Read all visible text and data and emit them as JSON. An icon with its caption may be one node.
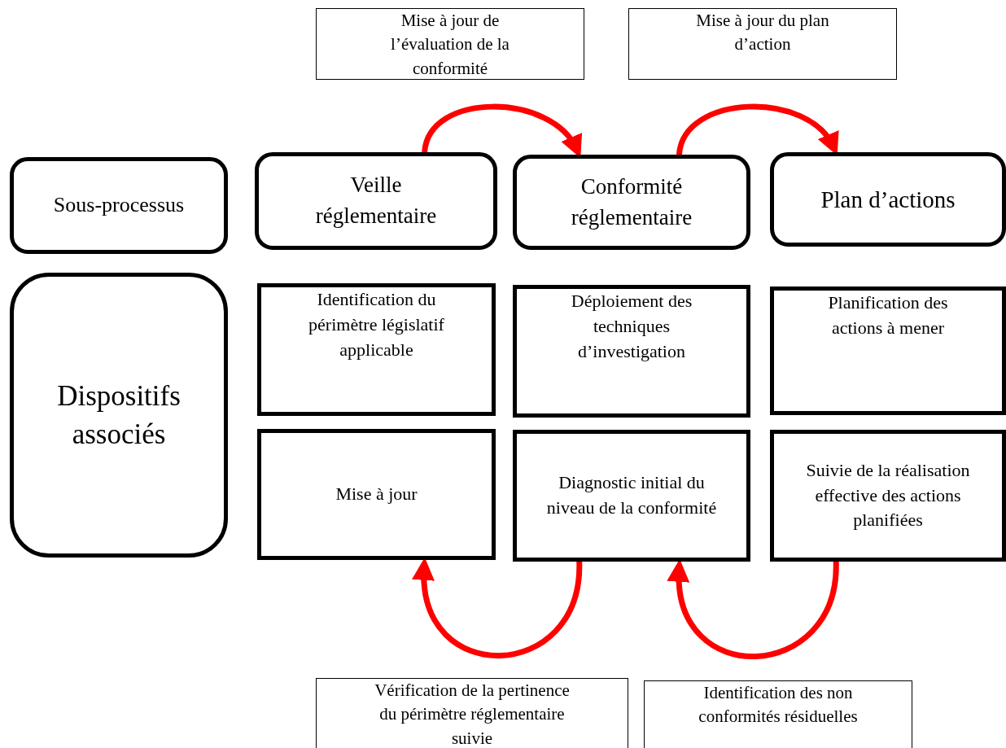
{
  "diagram": {
    "nodes": [
      {
        "text": [
          "Mise à jour de l’évaluation de la conformité"
        ]
      },
      {
        "text": [
          "Mise à jour du plan d’action"
        ]
      },
      {
        "text": [
          "Sous-processus"
        ]
      },
      {
        "text": [
          "Veille réglementaire"
        ]
      },
      {
        "text": [
          "Conformité réglementaire"
        ]
      },
      {
        "text": [
          "Plan d’actions"
        ]
      },
      {
        "text": [
          "Dispositifs associés"
        ]
      },
      {
        "text": [
          "Identification du périmètre législatif applicable"
        ]
      },
      {
        "text": [
          "Déploiement des techniques d’investigation"
        ]
      },
      {
        "text": [
          "Planification des actions à mener"
        ]
      },
      {
        "text": [
          "Mise à jour"
        ]
      },
      {
        "text": [
          "Diagnostic initial du niveau de la conformité"
        ]
      },
      {
        "text": [
          "Suivie de la réalisation effective des actions planifiées"
        ]
      },
      {
        "text": [
          "Vérification de la pertinence du périmètre réglementaire suivie"
        ]
      },
      {
        "text": [
          "Identification des non conformités résiduelles"
        ]
      }
    ],
    "edges": [
      {
        "from": 3,
        "to": 4,
        "arrow": "to"
      },
      {
        "from": 4,
        "to": 5,
        "arrow": "to"
      },
      {
        "from": 11,
        "to": 10,
        "arrow": "to"
      },
      {
        "from": 12,
        "to": 11,
        "arrow": "to"
      }
    ]
  }
}
